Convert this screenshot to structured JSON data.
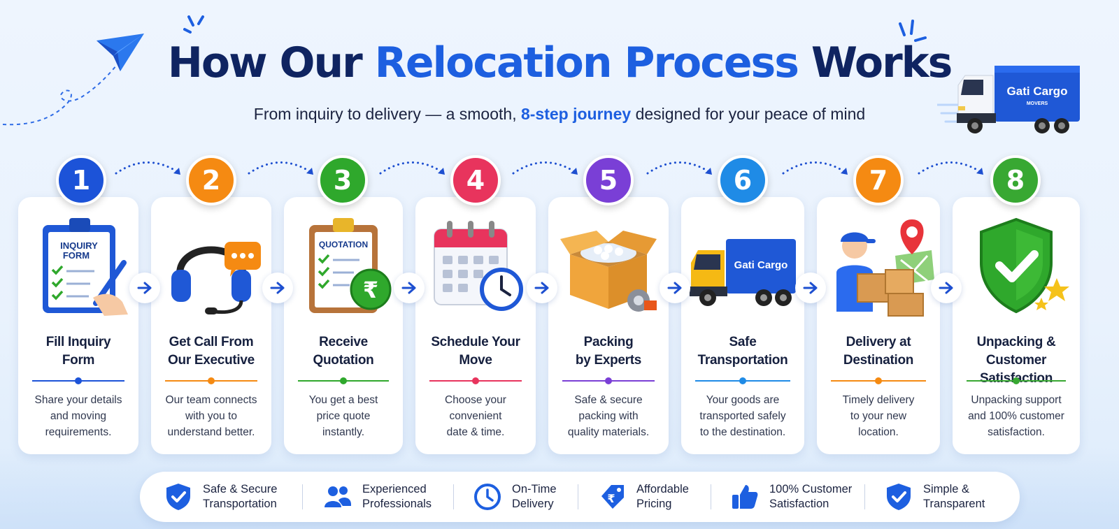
{
  "header": {
    "title_pre": "How Our ",
    "title_accent": "Relocation Process",
    "title_post": " Works",
    "subtitle_pre": "From inquiry to delivery — a smooth, ",
    "subtitle_accent": "8-step journey",
    "subtitle_post": " designed for your peace of mind"
  },
  "brand": {
    "name": "Gati Cargo",
    "tagline": "MOVERS"
  },
  "colors": {
    "navy": "#0f2461",
    "accent_blue": "#1d5fe0",
    "step_colors": [
      "#1c53d8",
      "#f58a12",
      "#2fa82c",
      "#e8345d",
      "#7a3fd6",
      "#1f8be6",
      "#f58a12",
      "#38a832"
    ]
  },
  "steps": [
    {
      "number": "1",
      "title": "Fill Inquiry\nForm",
      "description": "Share your details\nand moving\nrequirements.",
      "icon": "inquiry-form-icon",
      "icon_text_1": "INQUIRY",
      "icon_text_2": "FORM"
    },
    {
      "number": "2",
      "title": "Get Call From\nOur Executive",
      "description": "Our team connects\nwith you to\nunderstand better.",
      "icon": "headset-chat-icon"
    },
    {
      "number": "3",
      "title": "Receive\nQuotation",
      "description": "You get a best\nprice quote\ninstantly.",
      "icon": "quotation-clipboard-icon",
      "icon_text_1": "QUOTATION",
      "icon_text_2": "₹"
    },
    {
      "number": "4",
      "title": "Schedule Your\nMove",
      "description": "Choose your\nconvenient\ndate & time.",
      "icon": "calendar-clock-icon"
    },
    {
      "number": "5",
      "title": "Packing\nby Experts",
      "description": "Safe & secure\npacking with\nquality materials.",
      "icon": "open-box-icon"
    },
    {
      "number": "6",
      "title": "Safe\nTransportation",
      "description": "Your goods are\ntransported safely\nto the destination.",
      "icon": "truck-icon"
    },
    {
      "number": "7",
      "title": "Delivery at\nDestination",
      "description": "Timely delivery\nto your new\nlocation.",
      "icon": "delivery-person-icon"
    },
    {
      "number": "8",
      "title": "Unpacking &\nCustomer Satisfaction",
      "description": "Unpacking support\nand 100% customer\nsatisfaction.",
      "icon": "shield-check-icon"
    }
  ],
  "features": [
    {
      "label": "Safe & Secure\nTransportation",
      "icon": "shield-check-icon"
    },
    {
      "label": "Experienced\nProfessionals",
      "icon": "people-icon"
    },
    {
      "label": "On-Time\nDelivery",
      "icon": "clock-icon"
    },
    {
      "label": "Affordable\nPricing",
      "icon": "rupee-tag-icon"
    },
    {
      "label": "100% Customer\nSatisfaction",
      "icon": "thumbs-up-icon"
    },
    {
      "label": "Simple &\nTransparent",
      "icon": "shield-check-icon"
    }
  ]
}
